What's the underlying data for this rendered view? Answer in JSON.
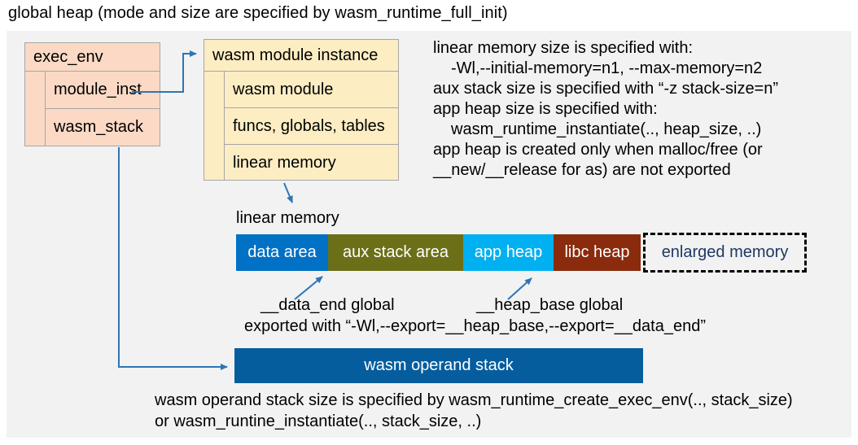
{
  "title": "global heap (mode and size are specified by wasm_runtime_full_init)",
  "exec_env_box": {
    "header": "exec_env",
    "rows": [
      "module_inst",
      "wasm_stack"
    ]
  },
  "module_instance_box": {
    "header": "wasm module instance",
    "rows": [
      "wasm module",
      "funcs, globals, tables",
      "linear memory"
    ]
  },
  "notes_top": {
    "lines": [
      "linear memory size is specified with:",
      "-Wl,--initial-memory=n1, --max-memory=n2",
      "aux stack size is specified with “-z stack-size=n”",
      "app heap size is specified with:",
      "wasm_runtime_instantiate(.., heap_size, ..)",
      "app heap is created only when malloc/free (or",
      "__new/__release for as) are not exported"
    ]
  },
  "linear_memory": {
    "label": "linear memory",
    "segments": [
      {
        "label": "data area",
        "color": "#0071c5",
        "text_color": "#ffffff",
        "border": "none"
      },
      {
        "label": "aux stack area",
        "color": "#6b7018",
        "text_color": "#ffffff",
        "border": "none"
      },
      {
        "label": "app heap",
        "color": "#00b0f0",
        "text_color": "#ffffff",
        "border": "none"
      },
      {
        "label": "libc heap",
        "color": "#8a2b0d",
        "text_color": "#ffffff",
        "border": "none"
      },
      {
        "label": "enlarged memory",
        "color": "#f2f2f2",
        "text_color": "#1f3864",
        "border": "dashed"
      }
    ]
  },
  "globals_annotation": {
    "data_end": "__data_end global",
    "heap_base": "__heap_base global",
    "exported": "exported with “-Wl,--export=__heap_base,--export=__data_end”"
  },
  "operand_stack": {
    "label": "wasm operand stack",
    "color": "#065d9e"
  },
  "notes_bottom": {
    "lines": [
      "wasm operand stack size is specified by wasm_runtime_create_exec_env(.., stack_size)",
      "or wasm_runtine_instantiate(.., stack_size, ..)"
    ]
  },
  "colors": {
    "panel_background": "#f2f2f2",
    "exec_env_fill": "#fbd9c5",
    "module_instance_fill": "#fdedc3",
    "box_border": "#a6a6a6",
    "arrow": "#2e75b6",
    "enlarged_memory_text": "#1f3864"
  }
}
